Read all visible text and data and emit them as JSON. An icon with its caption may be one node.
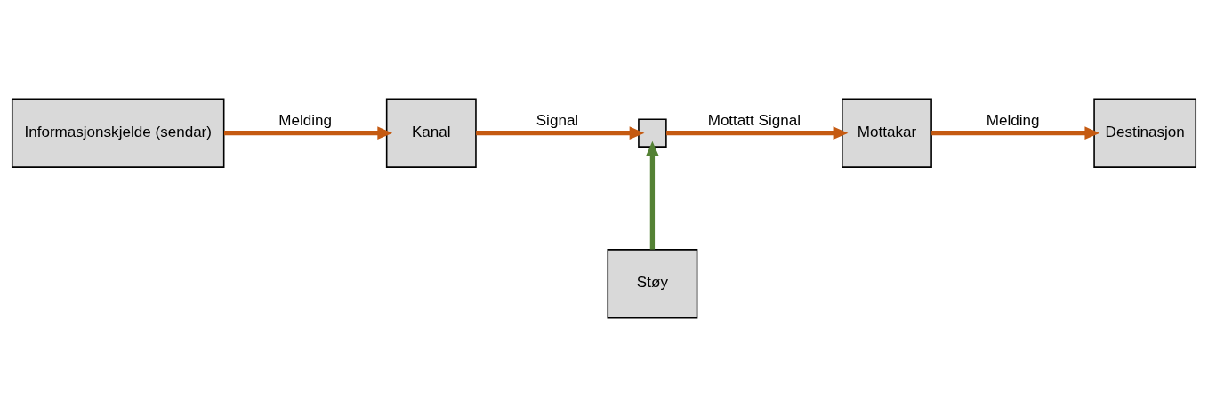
{
  "diagram": {
    "nodes": [
      {
        "text": [
          "Informasjonskjelde (sendar)"
        ]
      },
      {
        "text": [
          "Kanal"
        ]
      },
      {
        "text": [],
        "shape": "box"
      },
      {
        "text": [
          "Mottakar"
        ]
      },
      {
        "text": [
          "Destinasjon"
        ]
      },
      {
        "text": [
          "Støy"
        ]
      }
    ],
    "edges": [
      {
        "from": 0,
        "to": 1,
        "arrow": "to",
        "label": "Melding"
      },
      {
        "from": 1,
        "to": 2,
        "arrow": "to",
        "label": "Signal"
      },
      {
        "from": 2,
        "to": 3,
        "arrow": "to",
        "label": "Mottatt Signal"
      },
      {
        "from": 3,
        "to": 4,
        "arrow": "to",
        "label": "Melding"
      },
      {
        "from": 5,
        "to": 2,
        "arrow": "to",
        "color": "#548235"
      }
    ]
  }
}
